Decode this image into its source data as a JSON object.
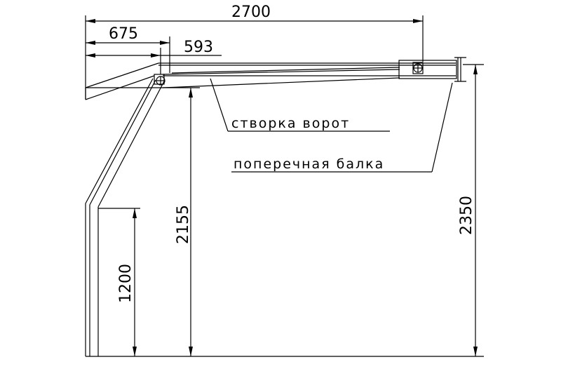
{
  "dimensions": {
    "total_width": "2700",
    "wing_length": "675",
    "offset": "593",
    "post_height": "1200",
    "hinge_height": "2155",
    "beam_height": "2350"
  },
  "labels": {
    "gate_leaf": "створка ворот",
    "cross_beam": "поперечная балка"
  }
}
